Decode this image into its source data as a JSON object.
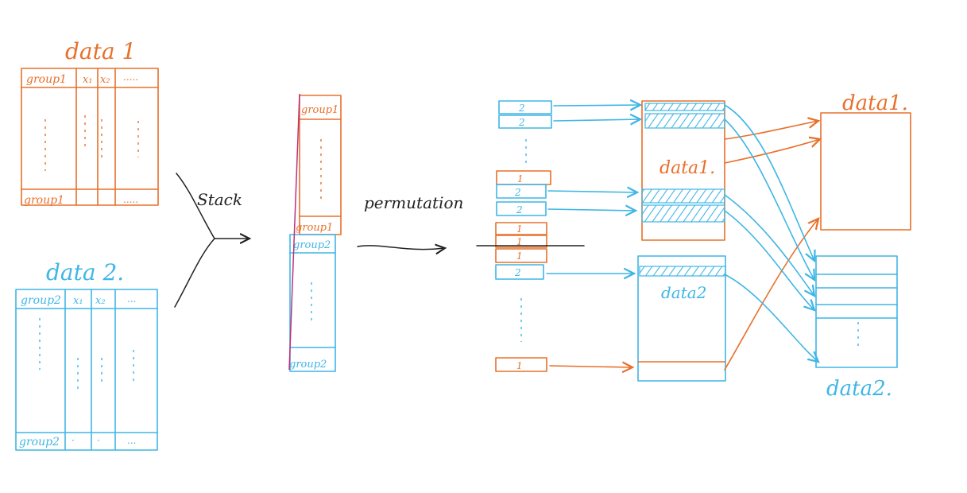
{
  "left_tables": {
    "data1": {
      "title": "data 1",
      "headers": [
        "group1",
        "x₁",
        "x₂",
        "....."
      ],
      "footer": [
        "group1",
        "",
        "",
        "....."
      ],
      "color": "#e8702a"
    },
    "data2": {
      "title": "data 2.",
      "headers": [
        "group2",
        "x₁",
        "x₂",
        "..."
      ],
      "footer": [
        "group2",
        "·",
        "·",
        "..."
      ],
      "color": "#3fb6e6"
    }
  },
  "stack": {
    "label": "Stack",
    "rows": [
      "group1",
      "group1",
      "group2",
      "group2"
    ]
  },
  "permutation": {
    "label": "permutation"
  },
  "permuted_column": {
    "top_values": [
      "2",
      "2"
    ],
    "mid_values": [
      "1",
      "2",
      "2",
      "1",
      "1",
      "1",
      "2"
    ],
    "bottom_value": "1"
  },
  "merged_blocks": {
    "data1_label": "data1.",
    "data2_label": "data2"
  },
  "outputs": {
    "data1_label": "data1.",
    "data2_label": "data2."
  },
  "colors": {
    "orange": "#e8702a",
    "cyan": "#3fb6e6",
    "ink": "#222222"
  }
}
